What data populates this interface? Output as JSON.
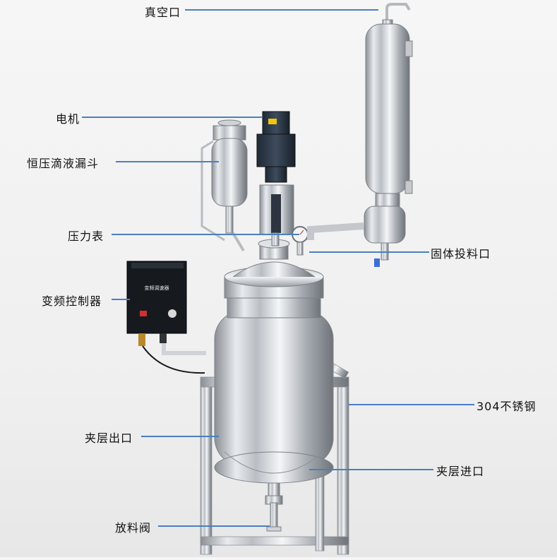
{
  "image": {
    "description_free": true,
    "accent_line_color": "#4a7fc0",
    "text_color": "#111111",
    "background_color": "#f2f2f2"
  },
  "labels": {
    "vacuum_port": "真空口",
    "motor": "电机",
    "dropping_funnel": "恒压滴液漏斗",
    "pressure_gauge": "压力表",
    "solid_feed_port": "固体投料口",
    "vfd": "变频控制器",
    "material": "304不锈钢",
    "jacket_outlet": "夹层出口",
    "jacket_inlet": "夹层进口",
    "discharge_valve": "放料阀"
  },
  "controller_panel_text": "变频调速器"
}
